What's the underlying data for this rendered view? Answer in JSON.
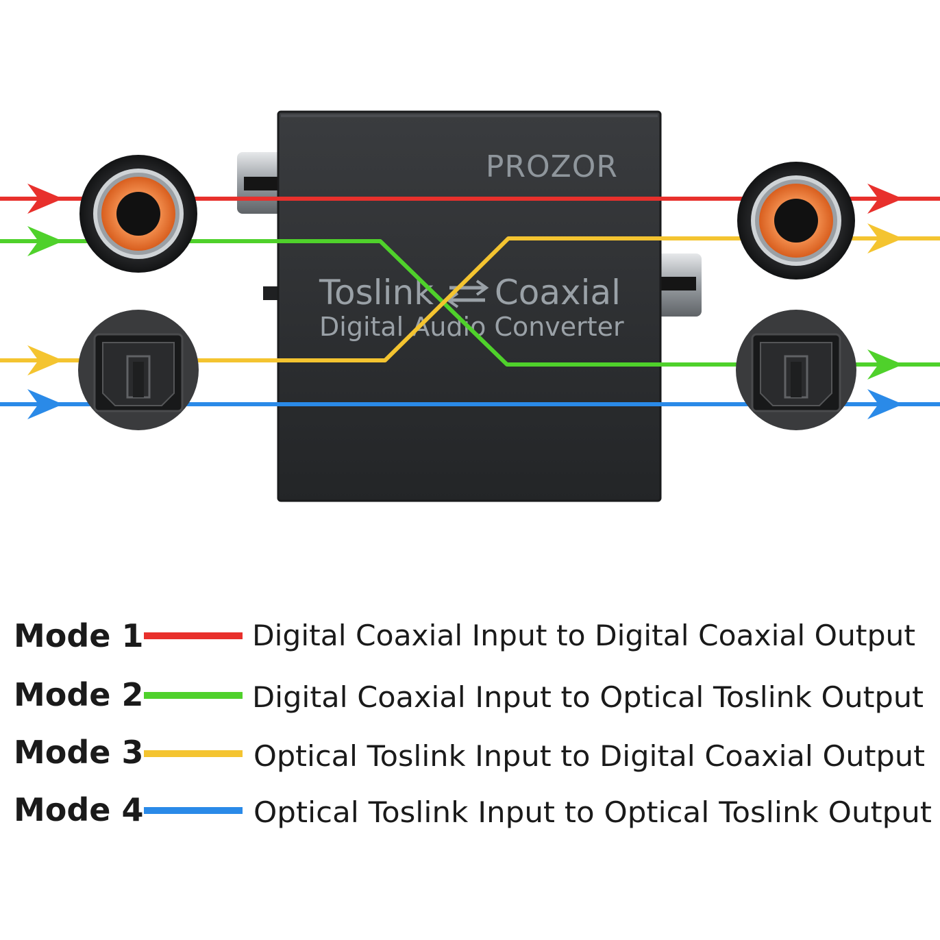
{
  "device": {
    "brand": "PROZOR",
    "title_left": "Toslink",
    "title_right": "Coaxial",
    "subtitle": "Digital Audio Converter"
  },
  "colors": {
    "mode1": "#e8302c",
    "mode2": "#4fd12b",
    "mode3": "#f4c430",
    "mode4": "#2a8ae8",
    "body": "#2b2d2f",
    "rca_orange": "#e8722e"
  },
  "legend": {
    "modes": [
      {
        "label": "Mode 1",
        "description": "Digital Coaxial Input to Digital Coaxial Output",
        "color": "#e8302c"
      },
      {
        "label": "Mode 2",
        "description": "Digital Coaxial Input to Optical Toslink Output",
        "color": "#4fd12b"
      },
      {
        "label": "Mode 3",
        "description": "Optical Toslink Input to Digital Coaxial Output",
        "color": "#f4c430"
      },
      {
        "label": "Mode 4",
        "description": "Optical Toslink Input to Optical Toslink Output",
        "color": "#2a8ae8"
      }
    ]
  }
}
